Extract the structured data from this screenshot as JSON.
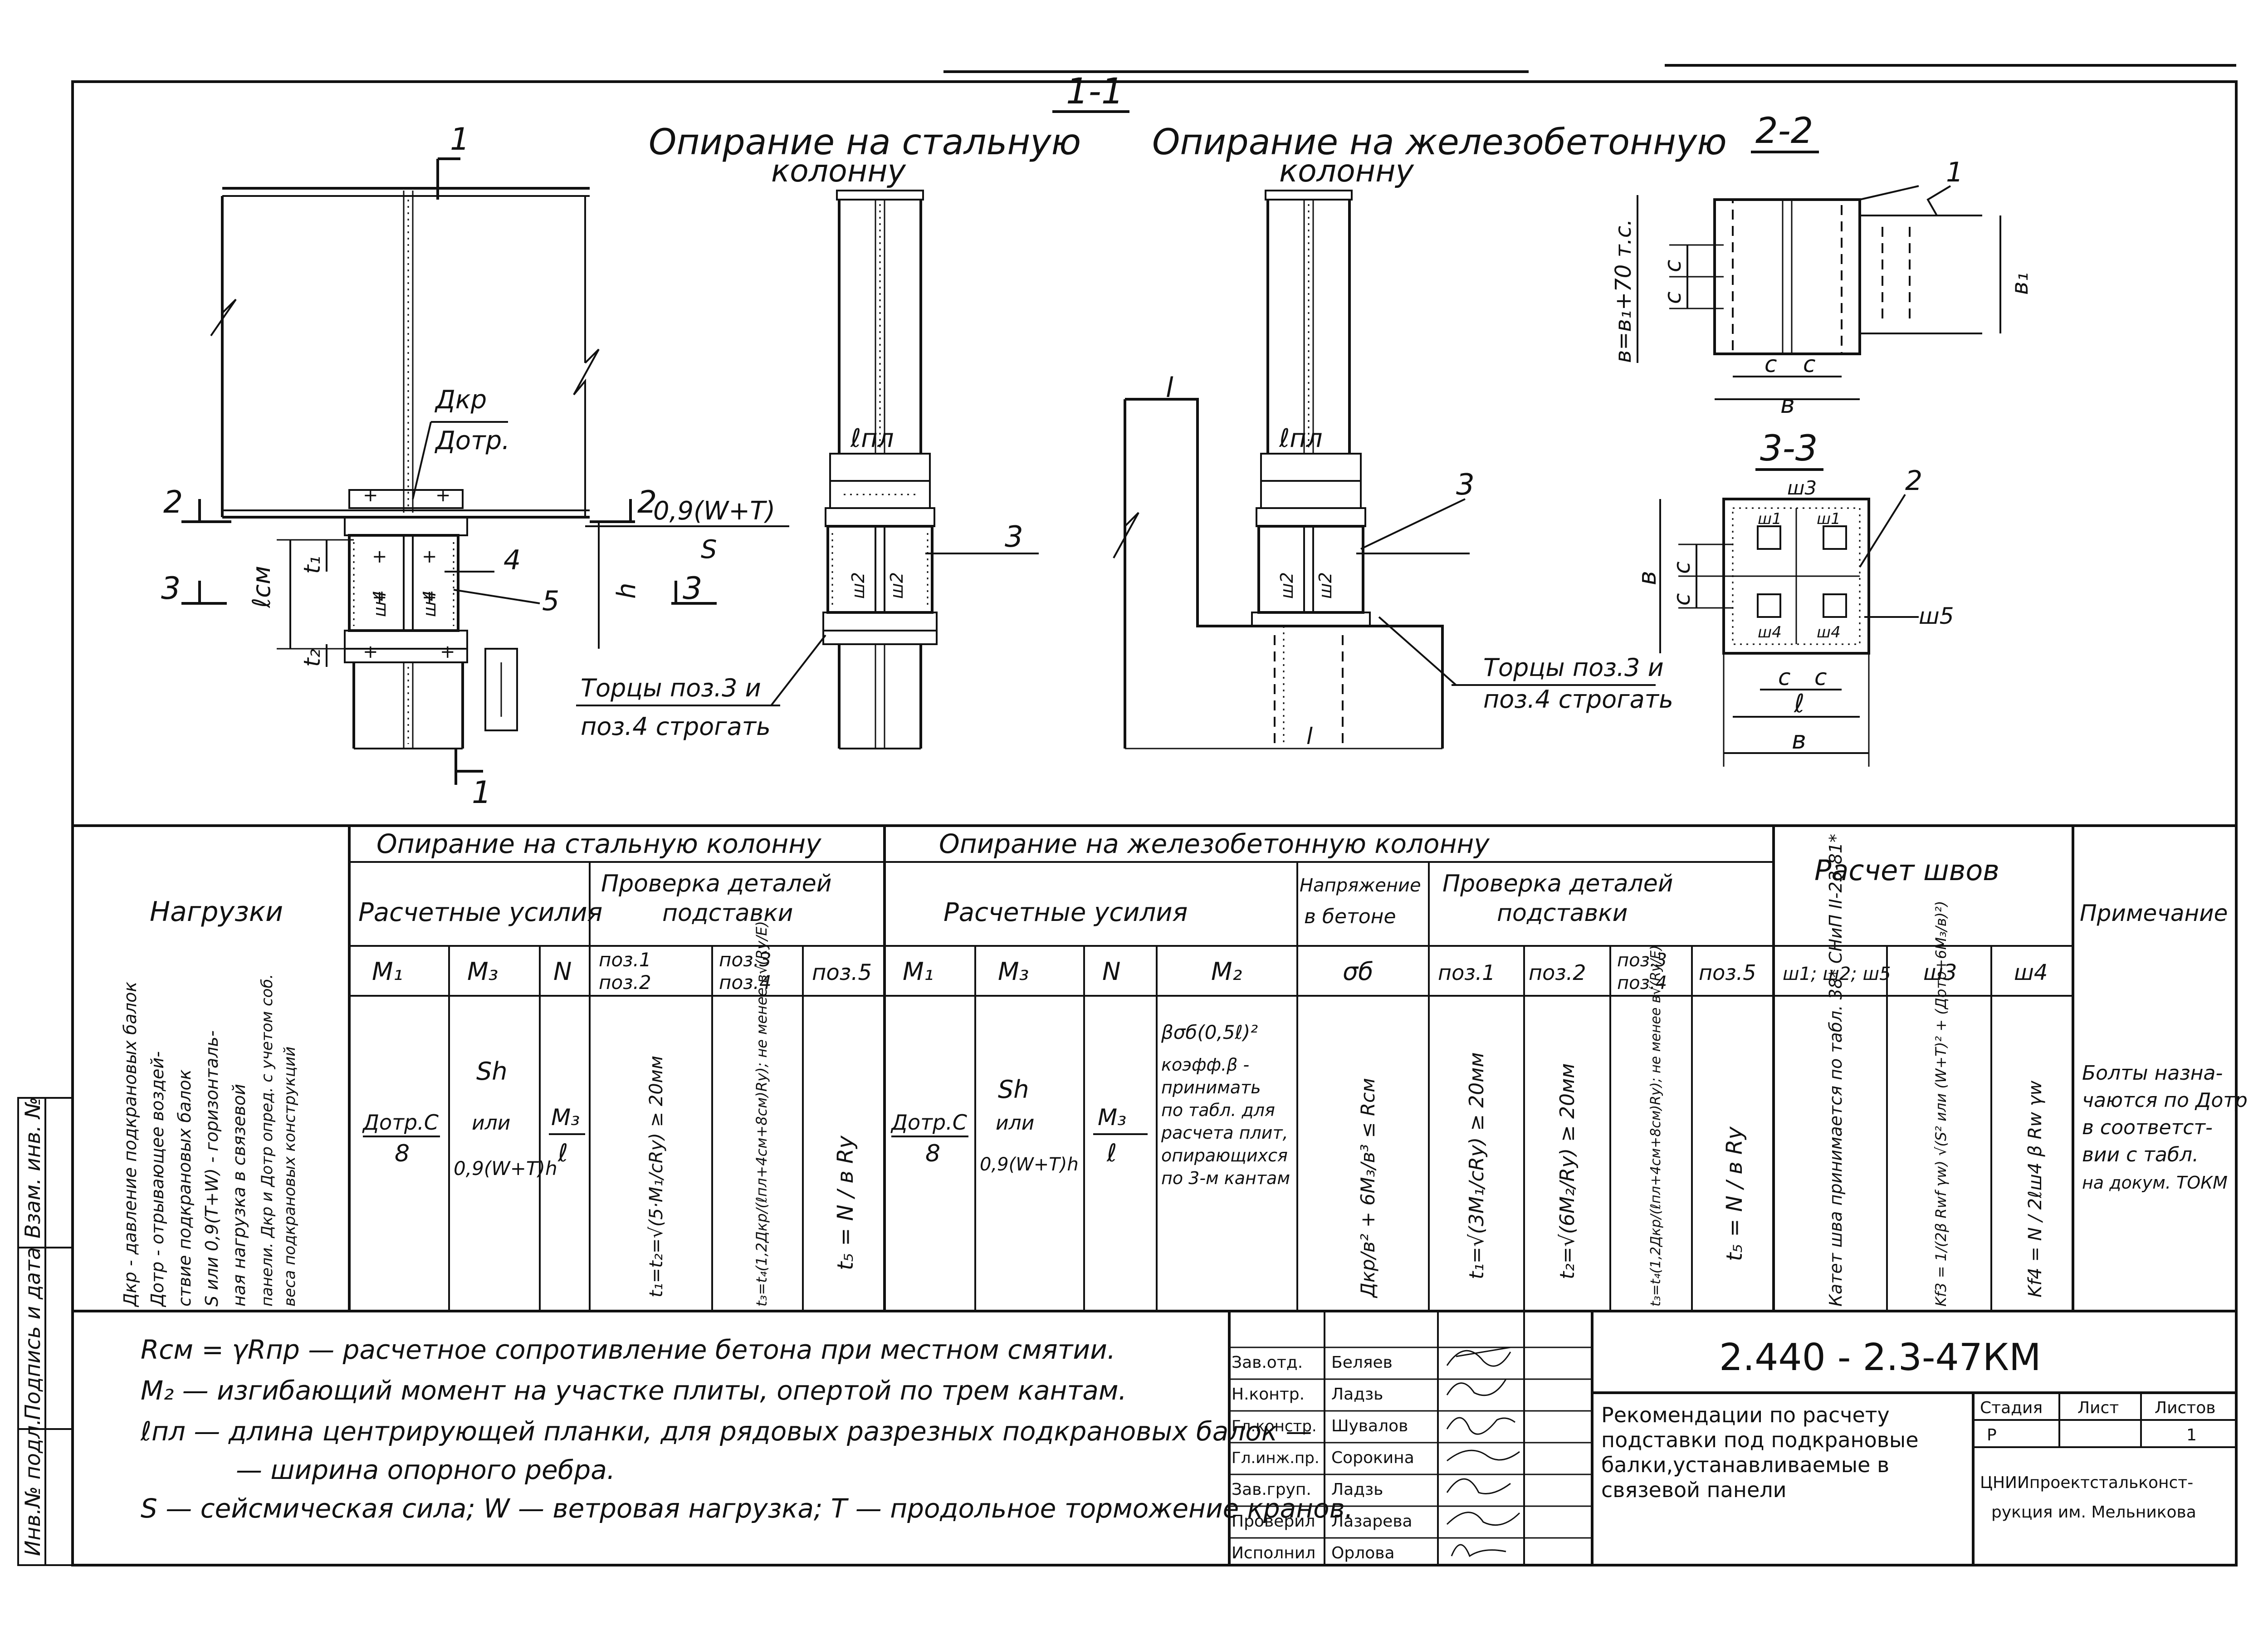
{
  "section_1_1": {
    "label": "1-1",
    "steel_caption_line1": "Опирание на стальную",
    "steel_caption_line2": "колонну",
    "rc_caption_line1": "Опирание на железобетонную",
    "rc_caption_line2": "колонну"
  },
  "section_2_2": {
    "label": "2-2",
    "dim_b": "в=в₁+70 т.с.",
    "dim_b1": "в₁",
    "dim_c1": "с",
    "dim_c2": "с",
    "dim_bottom": "в",
    "pos": "1"
  },
  "section_3_3": {
    "label": "3-3",
    "dim_b": "в",
    "dim_c": "с",
    "dim_l": "ℓ",
    "dim_b2": "в",
    "pos2": "2",
    "pos5": "ш5",
    "weld_w3": "ш3",
    "weld_w1": "ш1",
    "weld_w4": "ш4"
  },
  "left_view": {
    "cut1_top": "1",
    "cut1_bot": "1",
    "cut2_left": "2",
    "cut2_right": "2",
    "cut3_left": "3",
    "cut3_right": "3",
    "dkr": "Дкр",
    "dotr": "Дотр.",
    "load": "0,9(W+T)",
    "s": "S",
    "l_sm": "ℓсм",
    "t1": "t₁",
    "t2": "t₂",
    "h": "h",
    "pos4": "4",
    "pos5": "5",
    "w4": "ш4",
    "note_line1": "Торцы поз.3 и",
    "note_line2": "поз.4 строгать"
  },
  "steel_view": {
    "l_pl": "ℓпл",
    "pos3": "3",
    "w2a": "ш2",
    "w2b": "ш2"
  },
  "rc_view": {
    "l_pl": "ℓпл",
    "pos3": "3",
    "w2a": "ш2",
    "w2b": "ш2",
    "note_line1": "Торцы поз.3 и",
    "note_line2": "поз.4 строгать",
    "mark": "l"
  },
  "table": {
    "col_loads": "Нагрузки",
    "steel_group": "Опирание на стальную колонну",
    "rc_group": "Опирание на железобетонную колонну",
    "welds_group": "Расчет швов",
    "notes_col": "Примечание",
    "steel_forces": "Расчетные усилия",
    "steel_check_l1": "Проверка деталей",
    "steel_check_l2": "подставки",
    "rc_forces": "Расчетные усилия",
    "rc_stress_l1": "Напряжение",
    "rc_stress_l2": "в бетоне",
    "rc_check_l1": "Проверка деталей",
    "rc_check_l2": "подставки",
    "h_M1": "M₁",
    "h_M3": "M₃",
    "h_N": "N",
    "h_poz12_l1": "поз.1",
    "h_poz12_l2": "поз.2",
    "h_poz34_l1": "поз.3",
    "h_poz34_l2": "поз.4",
    "h_poz5": "поз.5",
    "h_rc_M1": "M₁",
    "h_rc_M3": "M₃",
    "h_rc_N": "N",
    "h_rc_M2": "M₂",
    "h_sigma": "σб",
    "h_rc_poz1": "поз.1",
    "h_rc_poz2": "поз.2",
    "h_rc_poz34_l1": "поз.3",
    "h_rc_poz34_l2": "поз.4",
    "h_rc_poz5": "поз.5",
    "h_w125": "ш1; ш2; ш5",
    "h_w3": "ш3",
    "h_w4": "ш4",
    "loads_text": [
      "Дкр - давление подкрановых балок",
      "Дотр - отрывающее воздей-",
      "ствие подкрановых балок",
      "S или 0,9(T+W) - горизонталь-",
      "ная нагрузка в связевой",
      "панели. Дкр и Дотр опред. с учетом соб.",
      "веса подкрановых конструкций"
    ],
    "f_M1_top": "Дотр.С",
    "f_M1_bot": "8",
    "f_M3_l1": "Sh",
    "f_M3_l2": "или",
    "f_M3_l3": "0,9(W+T)h",
    "f_N_top": "M₃",
    "f_N_bot": "ℓ",
    "f_poz12": "t₁=t₂=√(5·M₁/cRy) ≥ 20мм",
    "f_poz34": "t₃=t₄(1,2Дкр/(ℓпл+4см+8см)Ry); не менее в√(Ry/E)",
    "f_poz5": "t₅ = N / в Ry",
    "f_rc_M1_top": "Дотр.С",
    "f_rc_M1_bot": "8",
    "f_rc_M3_l1": "Sh",
    "f_rc_M3_l2": "или",
    "f_rc_M3_l3": "0,9(W+T)h",
    "f_rc_N_top": "M₃",
    "f_rc_N_bot": "ℓ",
    "f_rc_M2": [
      "βσб(0,5ℓ)²",
      "коэфф.β -",
      "принимать",
      "по табл. для",
      "расчета плит,",
      "опирающихся",
      "по 3-м кантам"
    ],
    "f_sigma": "Дкр/в² + 6M₃/в³ ≤ Rсм",
    "f_rc_poz1": "t₁=√(3M₁/cRy) ≥ 20мм",
    "f_rc_poz2": "t₂=√(6M₂/Ry) ≥ 20мм",
    "f_rc_poz34": "t₃=t₄(1,2Дкр/(ℓпл+4см+8см)Ry); не менее в√(Ry/E)",
    "f_rc_poz5": "t₅ = N / в Ry",
    "f_w125": "Катет шва принимается по табл. 38* СНиП II-23-81*",
    "f_w3": "Kf3 = 1/(2β Rwf γw) √(S² или (W+T)² + (Дотр+6M₃/в)²)",
    "f_w4": "Kf4 = N / 2ℓш4 β Rw γw",
    "notes_text": [
      "Болты назна-",
      "чаются по Дотр",
      "в соответст-",
      "вии с табл.",
      "на докум. ТОКМ"
    ]
  },
  "legend": {
    "l1": "Rсм = γRпр — расчетное сопротивление бетона при местном смятии.",
    "l2": "M₂ — изгибающий момент на участке плиты, опертой по трем кантам.",
    "l3": "ℓпл — длина центрирующей планки, для рядовых разрезных подкрановых балок —",
    "l4": "— ширина опорного ребра.",
    "l5": "S — сейсмическая сила; W — ветровая нагрузка; T — продольное торможение кранов."
  },
  "left_margin": {
    "c1": "Инв.№ подл.",
    "c2": "Подпись и дата",
    "c3": "Взам. инв. №"
  },
  "title_block": {
    "doc_code": "2.440 - 2.3-47КМ",
    "title_l1": "Рекомендации по расчету",
    "title_l2": "подставки под подкрановые",
    "title_l3": "балки,устанавливаемые в",
    "title_l4": "связевой панели",
    "stage_h": "Стадия",
    "sheet_h": "Лист",
    "sheets_h": "Листов",
    "stage_v": "Р",
    "sheet_v": "",
    "sheets_v": "1",
    "org_l1": "ЦНИИпроектстальконст-",
    "org_l2": "рукция им. Мельникова",
    "roles": [
      "Зав.отд.",
      "Н.контр.",
      "Гл.констр.",
      "Гл.инж.пр.",
      "Зав.груп.",
      "Проверил",
      "Исполнил"
    ],
    "names": [
      "Беляев",
      "Ладзь",
      "Шувалов",
      "Сорокина",
      "Ладзь",
      "Лазарева",
      "Орлова"
    ]
  }
}
